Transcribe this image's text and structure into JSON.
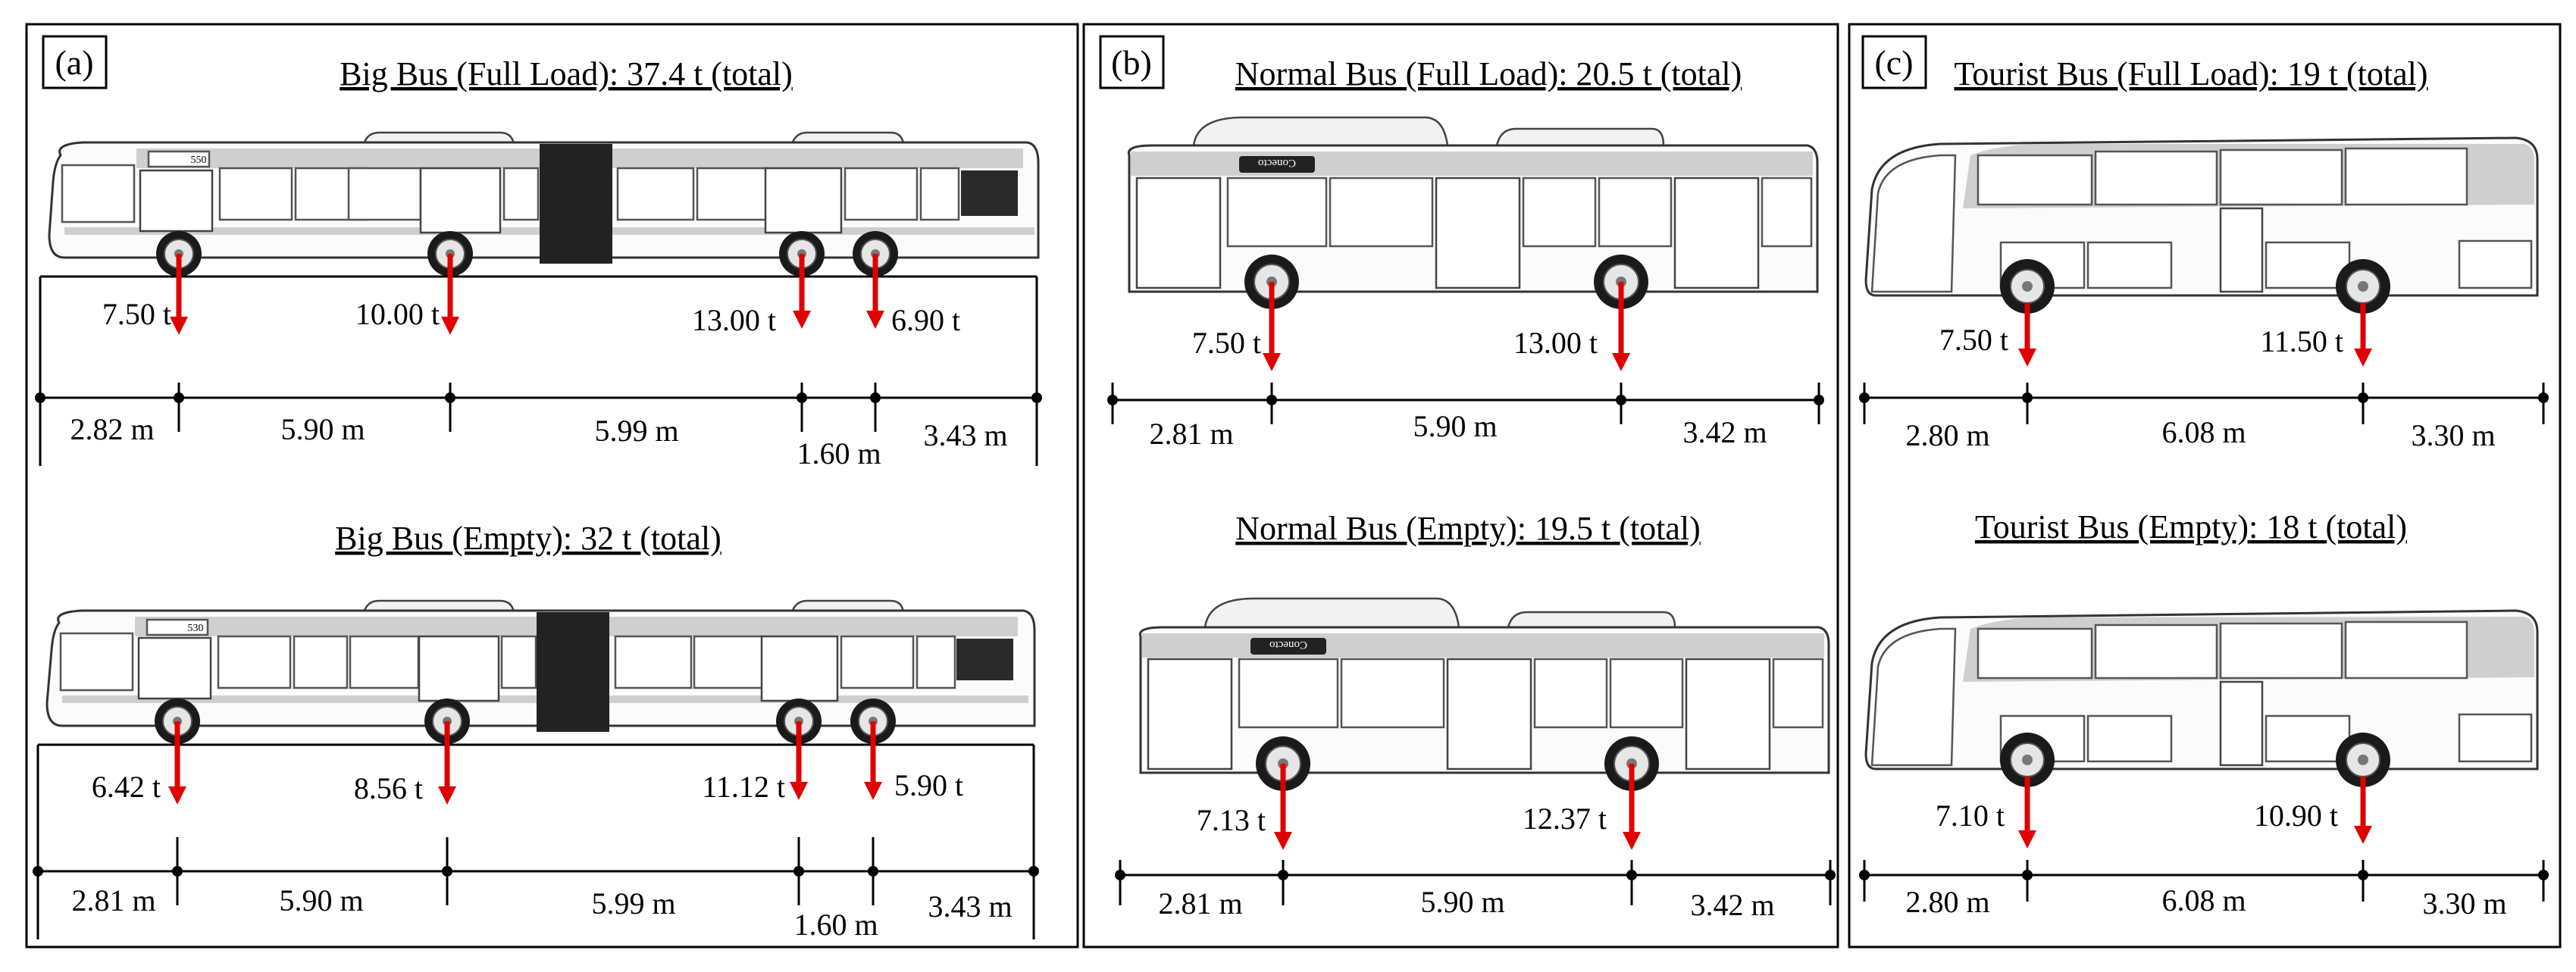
{
  "panels": [
    {
      "tag": "(a)",
      "diagrams": [
        {
          "title": "Big Bus (Full Load): 37.4 t (total)",
          "loads": [
            "7.50 t",
            "10.00 t",
            "13.00 t",
            "6.90 t"
          ],
          "spacings": [
            "2.82 m",
            "5.90 m",
            "5.99 m",
            "1.60 m",
            "3.43 m"
          ]
        },
        {
          "title": "Big Bus (Empty): 32 t (total)",
          "loads": [
            "6.42 t",
            "8.56 t",
            "11.12 t",
            "5.90 t"
          ],
          "spacings": [
            "2.81 m",
            "5.90 m",
            "5.99 m",
            "1.60 m",
            "3.43 m"
          ]
        }
      ]
    },
    {
      "tag": "(b)",
      "diagrams": [
        {
          "title": "Normal Bus (Full Load): 20.5 t (total)",
          "loads": [
            "7.50 t",
            "13.00 t"
          ],
          "spacings": [
            "2.81 m",
            "5.90 m",
            "3.42 m"
          ]
        },
        {
          "title": "Normal Bus (Empty): 19.5 t (total)",
          "loads": [
            "7.13 t",
            "12.37 t"
          ],
          "spacings": [
            "2.81 m",
            "5.90 m",
            "3.42 m"
          ]
        }
      ]
    },
    {
      "tag": "(c)",
      "diagrams": [
        {
          "title": "Tourist Bus (Full Load): 19 t (total)",
          "loads": [
            "7.50 t",
            "11.50 t"
          ],
          "spacings": [
            "2.80 m",
            "6.08 m",
            "3.30 m"
          ]
        },
        {
          "title": "Tourist Bus (Empty): 18 t (total)",
          "loads": [
            "7.10 t",
            "10.90 t"
          ],
          "spacings": [
            "2.80 m",
            "6.08 m",
            "3.30 m"
          ]
        }
      ]
    }
  ],
  "bus_signs": {
    "big_full_route": "550",
    "big_empty_route": "530",
    "normal_destination": "Conecto"
  },
  "colors": {
    "load_arrow": "#e00000",
    "frame": "#000000"
  }
}
